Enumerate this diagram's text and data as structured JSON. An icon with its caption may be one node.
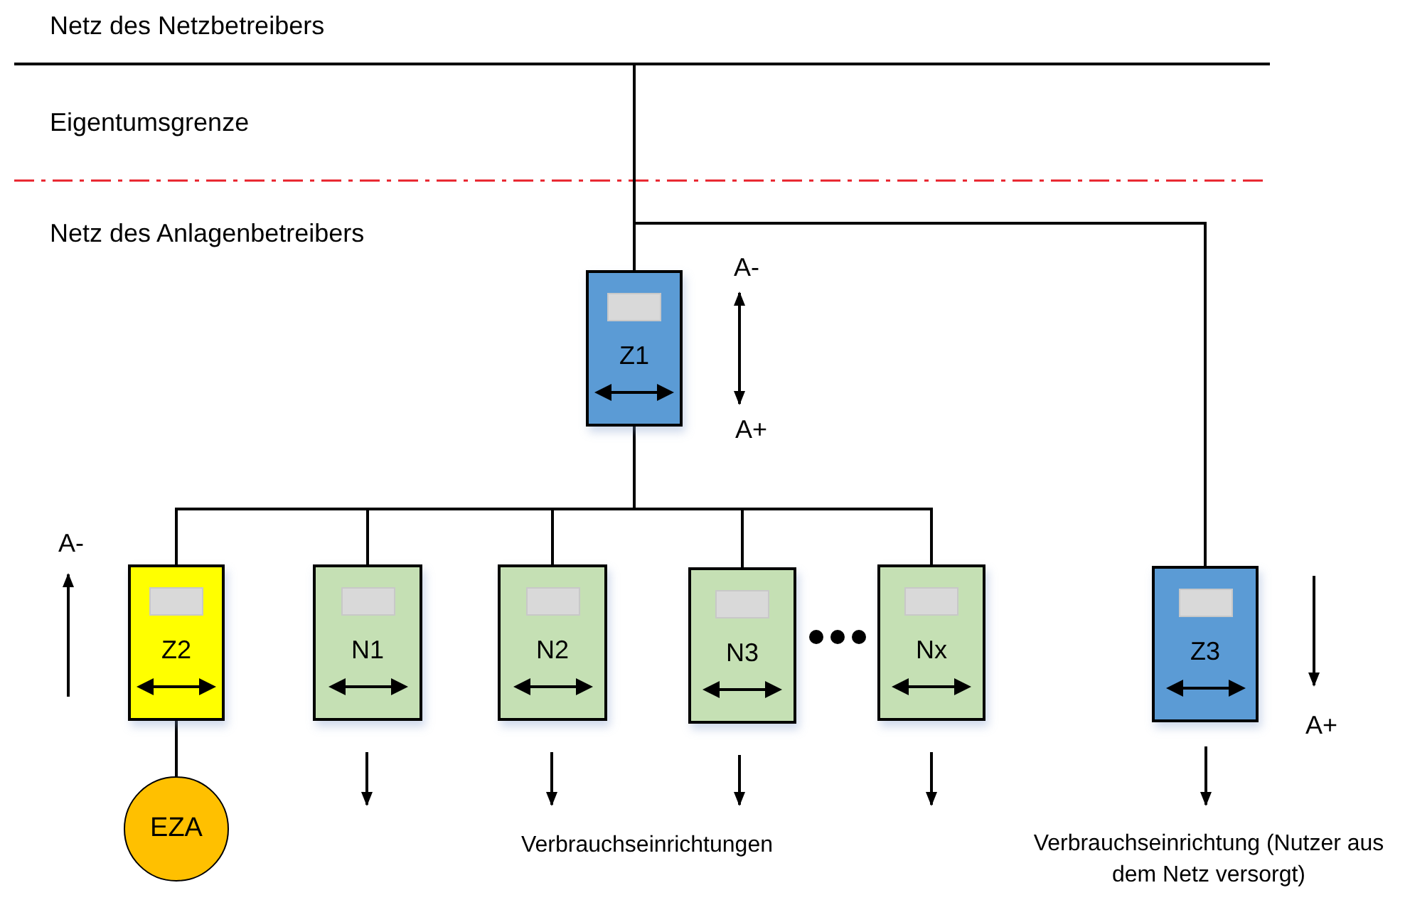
{
  "diagram": {
    "nodes": [
      {
        "text": [],
        "shape": "bar"
      },
      {
        "text": [
          "Z1"
        ]
      },
      {
        "text": [
          "Z2"
        ]
      },
      {
        "text": [
          "N1"
        ]
      },
      {
        "text": [
          "N2"
        ]
      },
      {
        "text": [
          "N3"
        ]
      },
      {
        "text": [
          "Nx"
        ]
      },
      {
        "text": [
          "Z3"
        ]
      },
      {
        "text": [
          "EZA"
        ]
      }
    ],
    "edges": [
      {
        "from": 0,
        "to": 1,
        "arrow": "none"
      },
      {
        "from": 0,
        "to": 7,
        "arrow": "none"
      },
      {
        "from": 1,
        "to": 2,
        "arrow": "none"
      },
      {
        "from": 1,
        "to": 3,
        "arrow": "none"
      },
      {
        "from": 1,
        "to": 4,
        "arrow": "none"
      },
      {
        "from": 1,
        "to": 5,
        "arrow": "none"
      },
      {
        "from": 1,
        "to": 6,
        "arrow": "none"
      },
      {
        "from": 2,
        "to": 8,
        "arrow": "none"
      }
    ],
    "labels": [
      "Netz des Netzbetreibers",
      "Eigentumsgrenze",
      "Netz des Anlagenbetreibers",
      "A-",
      "A+",
      "A-",
      "A+",
      "Verbrauchseinrichtungen",
      "Verbrauchseinrichtung (Nutzer aus dem Netz versorgt)"
    ]
  }
}
